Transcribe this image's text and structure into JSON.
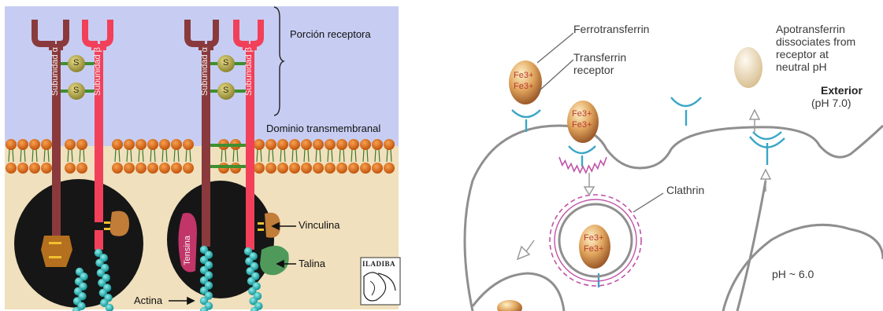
{
  "colors": {
    "left_sky": "#c7cdf2",
    "left_cytoplasm": "#f0e0bd",
    "alpha_subunit": "#8a3a3c",
    "beta_subunit": "#f2405a",
    "membrane_head": "#d9661a",
    "disulfide": "#b0a24a",
    "actin": "#1fb3b3",
    "right_membrane": "#8f8f8f",
    "receptor": "#3aa6c6",
    "clathrin": "#c052a8"
  },
  "left_panel": {
    "labels": {
      "receptor_portion": "Porción receptora",
      "transmembrane_domain": "Dominio transmembranal",
      "vinculin": "Vinculina",
      "talin": "Talina",
      "actin": "Actina",
      "alpha_subunit": "Subunidad α",
      "beta_subunit": "Subunidad β",
      "tensin": "Tensina",
      "disulfide_symbol": "S",
      "logo": "ILADIBA"
    }
  },
  "right_panel": {
    "labels": {
      "ferrotransferrin": "Ferrotransferrin",
      "transferrin_receptor_line1": "Transferrin",
      "transferrin_receptor_line2": "receptor",
      "apo_line1": "Apotransferrin",
      "apo_line2": "dissociates from",
      "apo_line3": "receptor at",
      "apo_line4": "neutral pH",
      "exterior": "Exterior",
      "exterior_ph": "(pH 7.0)",
      "clathrin": "Clathrin",
      "endosome_ph": "pH ~ 6.0",
      "iron_ion": "Fe3+"
    }
  }
}
